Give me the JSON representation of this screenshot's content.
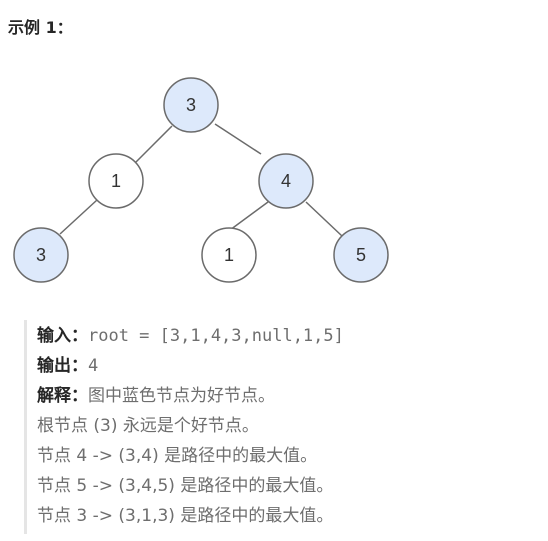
{
  "heading": "示例 1：",
  "tree": {
    "nodes": [
      {
        "label": "3",
        "good": true
      },
      {
        "label": "1",
        "good": false
      },
      {
        "label": "4",
        "good": true
      },
      {
        "label": "3",
        "good": true
      },
      {
        "label": "1",
        "good": false
      },
      {
        "label": "5",
        "good": true
      }
    ],
    "colors": {
      "good_fill": "#dde9fb",
      "normal_fill": "#ffffff",
      "stroke": "#6b6b6b",
      "edge": "#6b6b6b"
    }
  },
  "example": {
    "input_label": "输入：",
    "input_value": "root = [3,1,4,3,null,1,5]",
    "output_label": "输出：",
    "output_value": "4",
    "explanation_label": "解释：",
    "explanation_text": "图中蓝色节点为好节点。",
    "lines": [
      "根节点 (3) 永远是个好节点。",
      "节点 4 -> (3,4) 是路径中的最大值。",
      "节点 5 -> (3,4,5) 是路径中的最大值。",
      "节点 3 -> (3,1,3) 是路径中的最大值。"
    ]
  }
}
